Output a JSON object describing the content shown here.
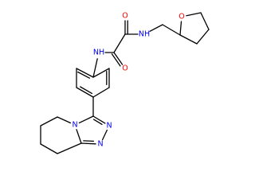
{
  "colors": {
    "background": "#ffffff",
    "bond": "#000000",
    "N": "#0000ff",
    "O": "#ff0000",
    "C": "#000000"
  },
  "atoms": [
    {
      "id": "O1",
      "label": "O",
      "element": "O"
    },
    {
      "id": "O2",
      "label": "O",
      "element": "O"
    },
    {
      "id": "O3",
      "label": "O",
      "element": "O"
    },
    {
      "id": "N1",
      "label": "NH",
      "element": "N"
    },
    {
      "id": "N2",
      "label": "NH",
      "element": "N"
    },
    {
      "id": "N3",
      "label": "N",
      "element": "N"
    },
    {
      "id": "N4",
      "label": "N",
      "element": "N"
    },
    {
      "id": "N5",
      "label": "N",
      "element": "N"
    },
    {
      "id": "C1",
      "label": "",
      "element": "C"
    },
    {
      "id": "C2",
      "label": "",
      "element": "C"
    },
    {
      "id": "C3",
      "label": "",
      "element": "C"
    },
    {
      "id": "C4",
      "label": "",
      "element": "C"
    },
    {
      "id": "C5",
      "label": "",
      "element": "C"
    },
    {
      "id": "C6",
      "label": "",
      "element": "C"
    },
    {
      "id": "C7",
      "label": "",
      "element": "C"
    },
    {
      "id": "C8",
      "label": "",
      "element": "C"
    },
    {
      "id": "C9",
      "label": "",
      "element": "C"
    },
    {
      "id": "C10",
      "label": "",
      "element": "C"
    },
    {
      "id": "C11",
      "label": "",
      "element": "C"
    },
    {
      "id": "C12",
      "label": "",
      "element": "C"
    },
    {
      "id": "C13",
      "label": "",
      "element": "C"
    },
    {
      "id": "C14",
      "label": "",
      "element": "C"
    },
    {
      "id": "C15",
      "label": "",
      "element": "C"
    },
    {
      "id": "C16",
      "label": "",
      "element": "C"
    },
    {
      "id": "C17",
      "label": "",
      "element": "C"
    },
    {
      "id": "C18",
      "label": "",
      "element": "C"
    },
    {
      "id": "C19",
      "label": "",
      "element": "C"
    }
  ],
  "bonds": [
    {
      "a": "O1",
      "b": "C1",
      "order": 1
    },
    {
      "a": "C1",
      "b": "C2",
      "order": 1
    },
    {
      "a": "C2",
      "b": "C3",
      "order": 1
    },
    {
      "a": "C3",
      "b": "C4",
      "order": 1
    },
    {
      "a": "C4",
      "b": "O1",
      "order": 1
    },
    {
      "a": "C4",
      "b": "C5",
      "order": 1
    },
    {
      "a": "C5",
      "b": "N1",
      "order": 1
    },
    {
      "a": "N1",
      "b": "C6",
      "order": 1
    },
    {
      "a": "C6",
      "b": "O2",
      "order": 2
    },
    {
      "a": "C6",
      "b": "C7",
      "order": 1
    },
    {
      "a": "C7",
      "b": "O3",
      "order": 2
    },
    {
      "a": "C7",
      "b": "N2",
      "order": 1
    },
    {
      "a": "N2",
      "b": "C8",
      "order": 1
    },
    {
      "a": "C8",
      "b": "C9",
      "order": 2
    },
    {
      "a": "C9",
      "b": "C10",
      "order": 1
    },
    {
      "a": "C10",
      "b": "C11",
      "order": 2
    },
    {
      "a": "C11",
      "b": "C12",
      "order": 1
    },
    {
      "a": "C12",
      "b": "C13",
      "order": 2
    },
    {
      "a": "C13",
      "b": "C8",
      "order": 1
    },
    {
      "a": "C11",
      "b": "C14",
      "order": 1
    },
    {
      "a": "C14",
      "b": "N5",
      "order": 1
    },
    {
      "a": "N5",
      "b": "C15",
      "order": 1
    },
    {
      "a": "C15",
      "b": "N4",
      "order": 2
    },
    {
      "a": "N4",
      "b": "N3",
      "order": 1
    },
    {
      "a": "N3",
      "b": "C14",
      "order": 2
    },
    {
      "a": "N5",
      "b": "C16",
      "order": 1
    },
    {
      "a": "C16",
      "b": "C17",
      "order": 1
    },
    {
      "a": "C17",
      "b": "C18",
      "order": 1
    },
    {
      "a": "C18",
      "b": "C19",
      "order": 1
    },
    {
      "a": "C19",
      "b": "C15",
      "order": 1
    }
  ]
}
